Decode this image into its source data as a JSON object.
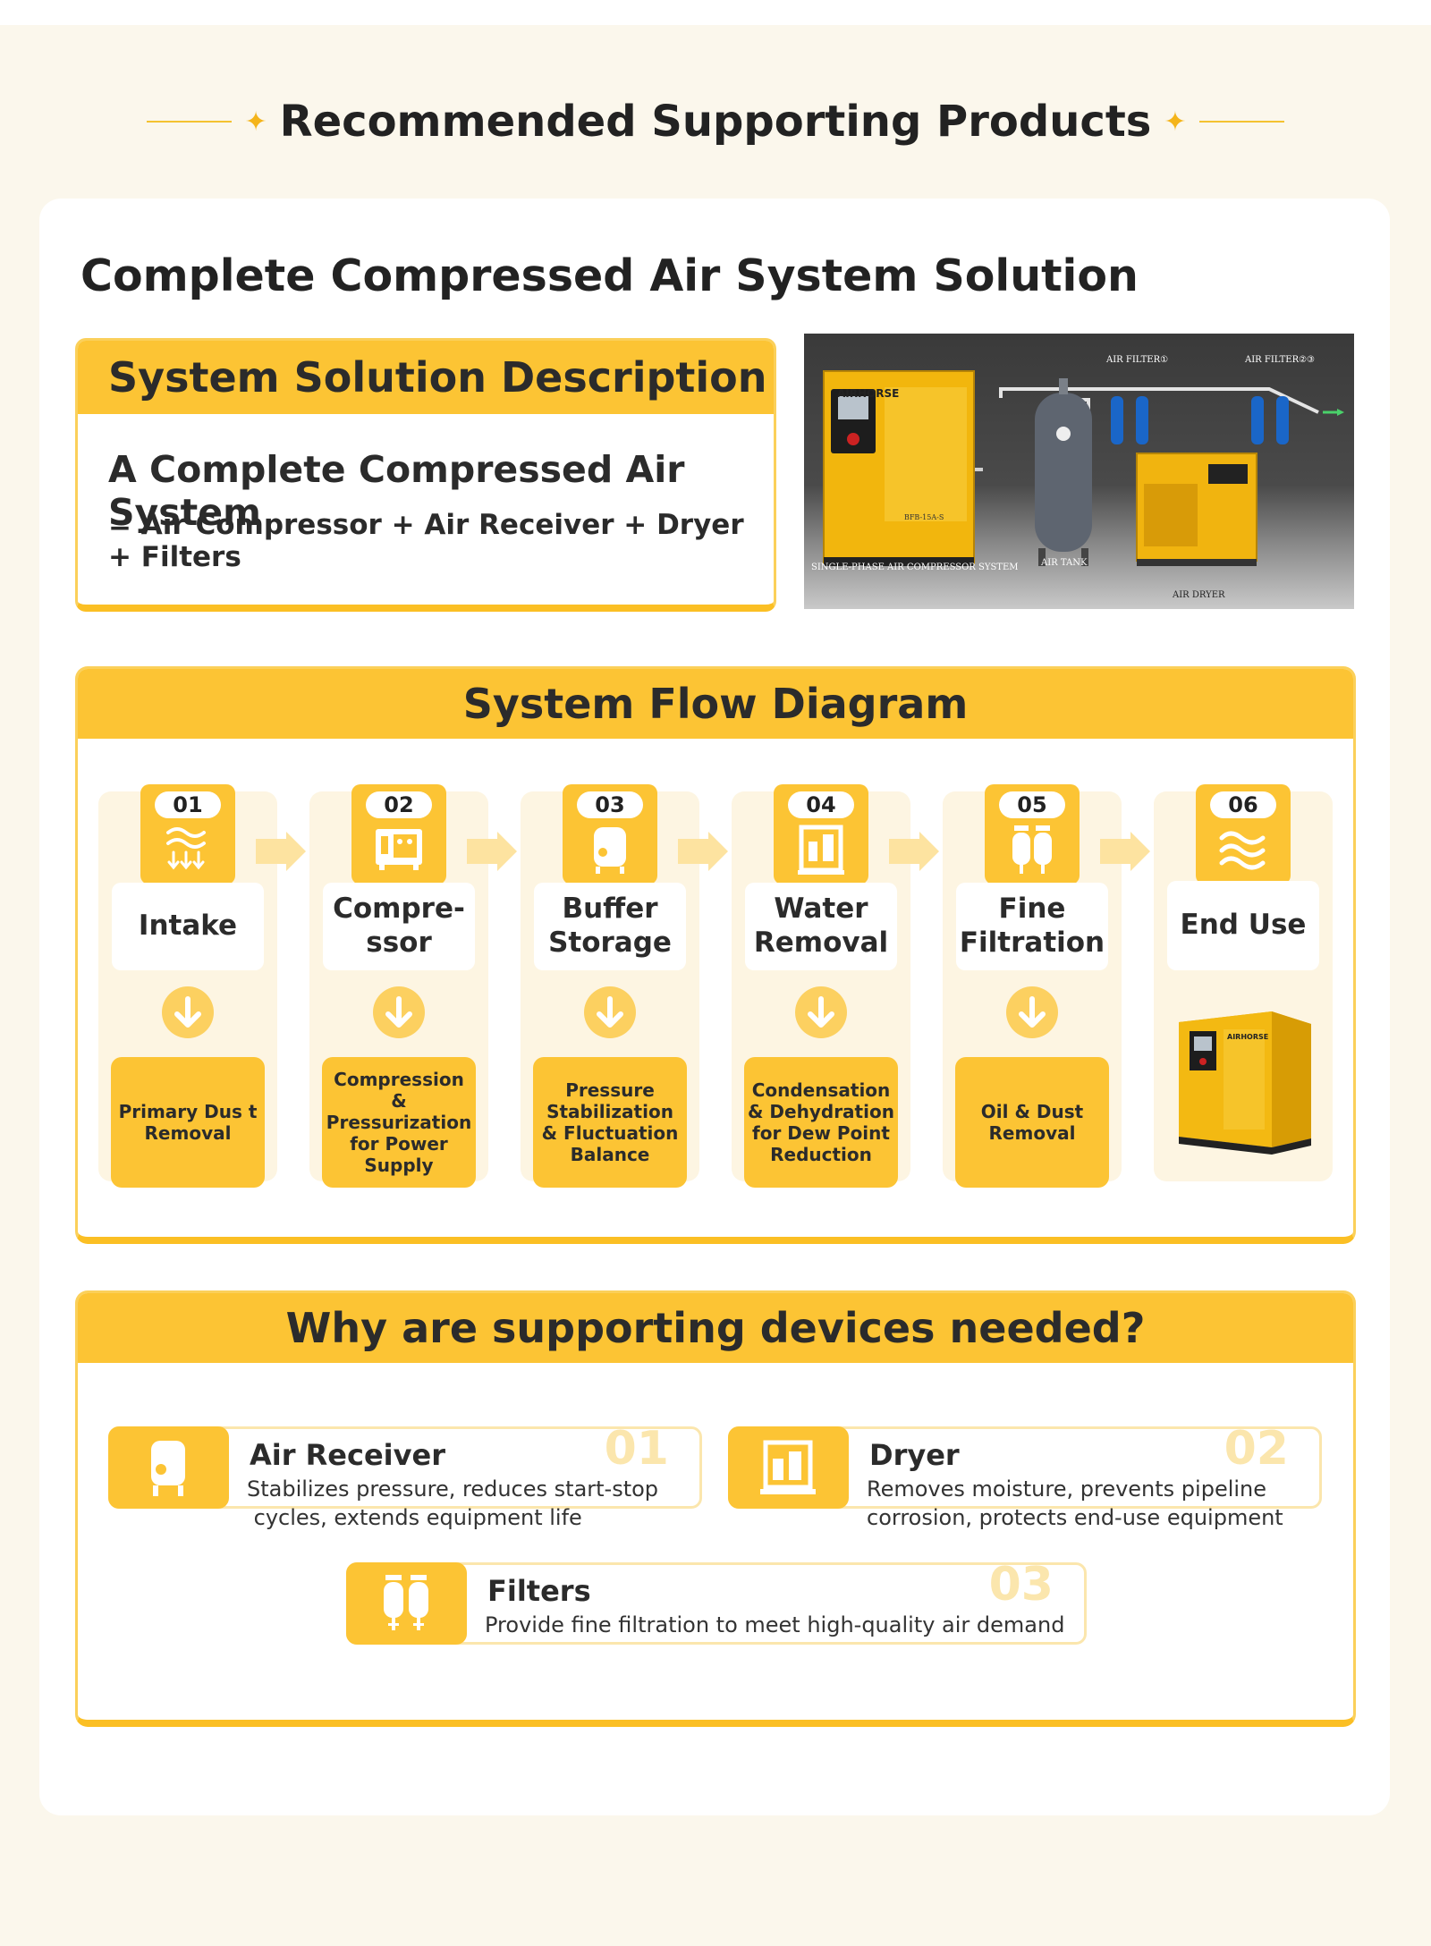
{
  "page": {
    "header_title": "Recommended Supporting Products",
    "main_title": "Complete Compressed Air System Solution"
  },
  "description": {
    "title": "System Solution Description",
    "line1": "A Complete Compressed Air System",
    "line2": "= Air Compressor + Air Receiver + Dryer + Filters"
  },
  "photo": {
    "brand": "AIRHORSE",
    "model": "BFB-15A-S",
    "captions": {
      "system": "SINGLE-PHASE AIR COMPRESSOR SYSTEM",
      "tank": "AIR TANK",
      "dryer": "AIR DRYER",
      "filter_a": "AIR FILTER①",
      "filter_bc": "AIR FILTER②③"
    }
  },
  "flow": {
    "title": "System Flow Diagram",
    "steps": [
      {
        "num": "01",
        "name": "Intake",
        "result": "Primary Dus t Removal",
        "icon": "air-intake-icon"
      },
      {
        "num": "02",
        "name": "Compre- ssor",
        "result": "Compression & Pressurization for Power Supply",
        "icon": "compressor-icon"
      },
      {
        "num": "03",
        "name": "Buffer Storage",
        "result": "Pressure Stabilization & Fluctuation Balance",
        "icon": "air-tank-icon"
      },
      {
        "num": "04",
        "name": "Water Removal",
        "result": "Condensation & Dehydration for Dew Point Reduction",
        "icon": "dryer-icon"
      },
      {
        "num": "05",
        "name": "Fine Filtration",
        "result": "Oil & Dust Removal",
        "icon": "filters-icon"
      },
      {
        "num": "06",
        "name": "End Use",
        "result": "",
        "icon": "air-waves-icon"
      }
    ]
  },
  "why": {
    "title": "Why are supporting devices needed?",
    "items": [
      {
        "num": "01",
        "title": "Air Receiver",
        "desc1": "Stabilizes pressure, reduces start-stop",
        "desc2": " cycles, extends equipment life",
        "icon": "air-tank-icon"
      },
      {
        "num": "02",
        "title": "Dryer",
        "desc1": "Removes moisture, prevents pipeline",
        "desc2": "corrosion, protects end-use equipment",
        "icon": "dryer-icon"
      },
      {
        "num": "03",
        "title": "Filters",
        "desc1": "Provide fine filtration to meet high-quality air demand",
        "desc2": "",
        "icon": "filters-icon"
      }
    ]
  },
  "colors": {
    "accent": "#fcc434",
    "accent_light": "#fdf5e2",
    "background": "#fbf7ec"
  }
}
